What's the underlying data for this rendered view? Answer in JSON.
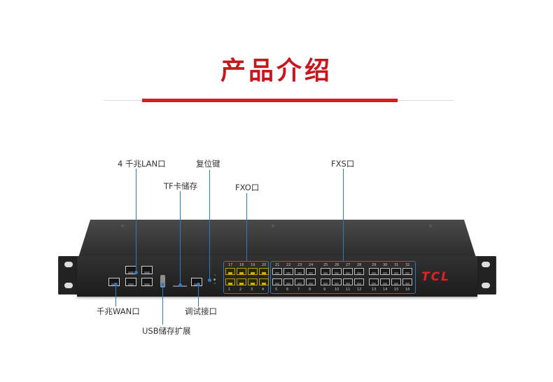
{
  "page": {
    "title": "产品介绍"
  },
  "callouts": {
    "lan": "4 千兆LAN口",
    "reset": "复位键",
    "tf": "TF卡储存",
    "fxo": "FXO口",
    "fxs": "FXS口",
    "wan": "千兆WAN口",
    "console": "调试接口",
    "usb": "USB储存扩展"
  },
  "device": {
    "logo": "TCL",
    "fxo_top_numbers": [
      "17",
      "18",
      "19",
      "20"
    ],
    "fxo_bottom_numbers": [
      "1",
      "2",
      "3",
      "4"
    ],
    "fxs_top_numbers": [
      "21",
      "22",
      "23",
      "24",
      "25",
      "26",
      "27",
      "28",
      "29",
      "30",
      "31",
      "32"
    ],
    "fxs_bottom_numbers": [
      "5",
      "6",
      "7",
      "8",
      "9",
      "10",
      "11",
      "12",
      "13",
      "14",
      "15",
      "16"
    ]
  },
  "colors": {
    "accent_red": "#d41c22",
    "callout_blue": "#2f78c8",
    "logo_red": "#e02127"
  }
}
